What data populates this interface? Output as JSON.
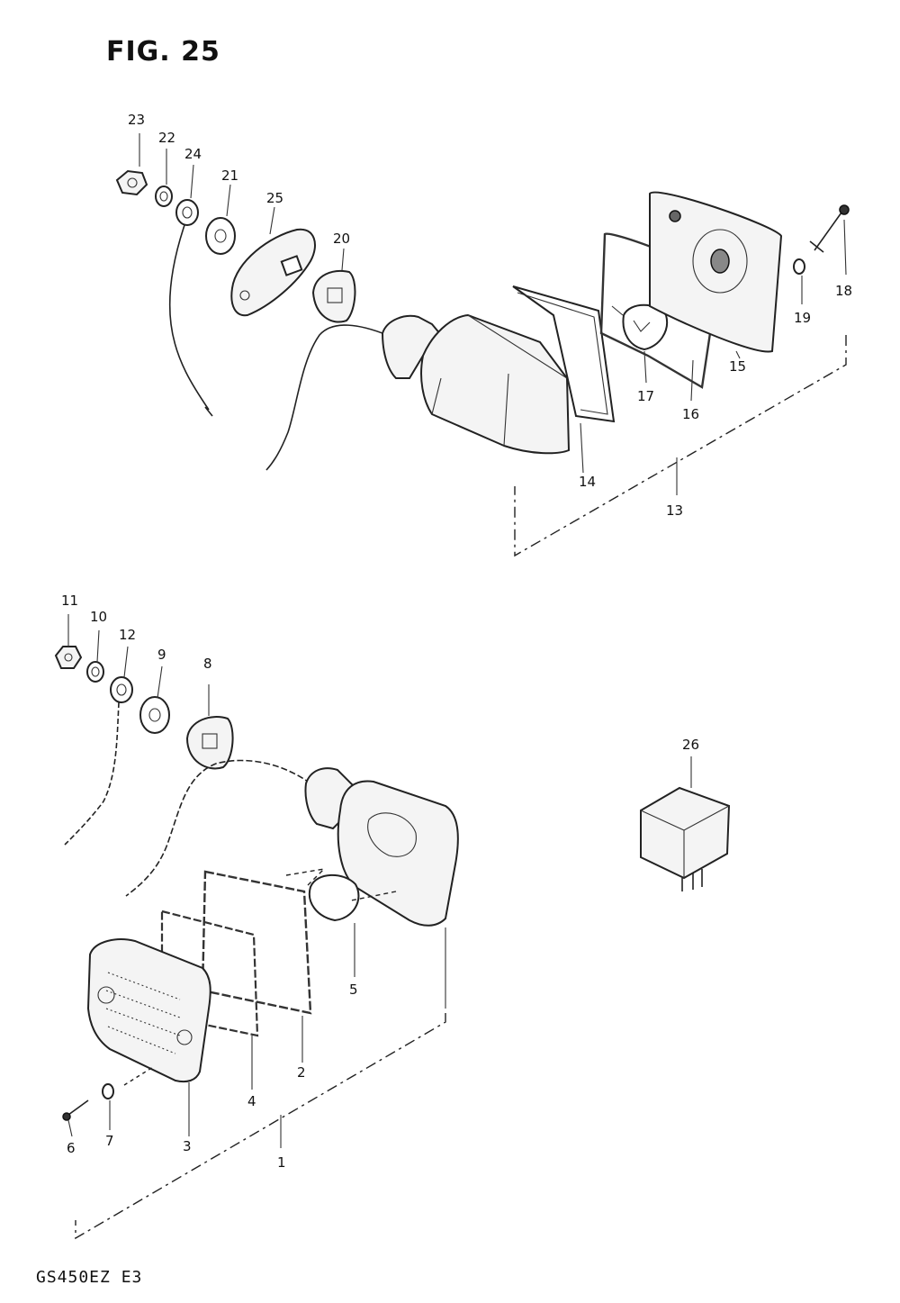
{
  "figure": {
    "title": "FIG. 25",
    "model_code": "GS450EZ E3"
  },
  "labels": {
    "p1": "1",
    "p2": "2",
    "p3": "3",
    "p4": "4",
    "p5": "5",
    "p6": "6",
    "p7": "7",
    "p8": "8",
    "p9": "9",
    "p10": "10",
    "p11": "11",
    "p12": "12",
    "p13": "13",
    "p14": "14",
    "p15": "15",
    "p16": "16",
    "p17": "17",
    "p18": "18",
    "p19": "19",
    "p20": "20",
    "p21": "21",
    "p22": "22",
    "p23": "23",
    "p24": "24",
    "p25": "25",
    "p26": "26"
  }
}
